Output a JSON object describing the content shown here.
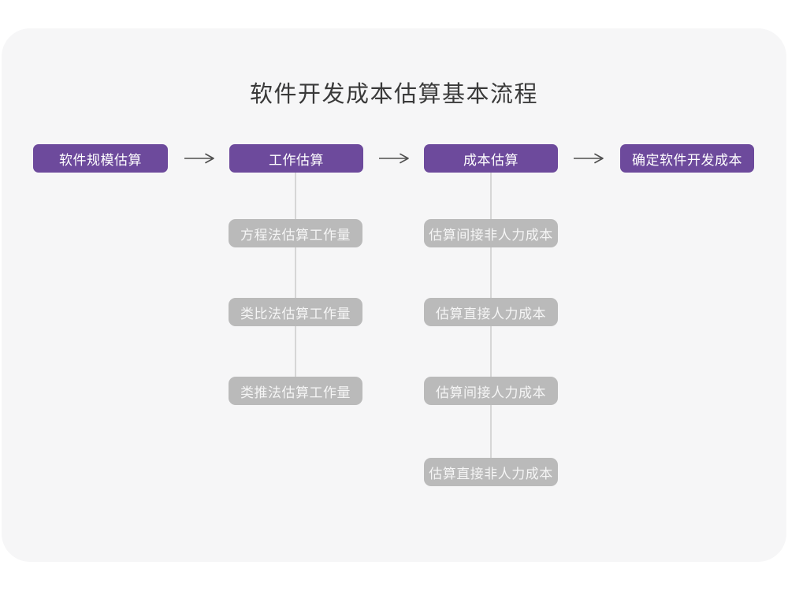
{
  "title": "软件开发成本估算基本流程",
  "flow": {
    "main_steps": [
      {
        "label": "软件规模估算"
      },
      {
        "label": "工作估算"
      },
      {
        "label": "成本估算"
      },
      {
        "label": "确定软件开发成本"
      }
    ],
    "work_methods": [
      {
        "label": "方程法估算工作量"
      },
      {
        "label": "类比法估算工作量"
      },
      {
        "label": "类推法估算工作量"
      }
    ],
    "cost_steps": [
      {
        "label": "估算间接非人力成本"
      },
      {
        "label": "估算直接人力成本"
      },
      {
        "label": "估算间接人力成本"
      },
      {
        "label": "估算直接非人力成本"
      }
    ]
  },
  "colors": {
    "primary": "#6d4a9c",
    "node_gray": "#bababa",
    "connector": "#d6d6d6",
    "arrow": "#4f4f4f",
    "canvas_bg": "#f6f6f7",
    "page_bg": "#ffffff",
    "title_color": "#3a3a3a",
    "node_text": "#ffffff",
    "subnode_text": "#f5f5f5"
  }
}
